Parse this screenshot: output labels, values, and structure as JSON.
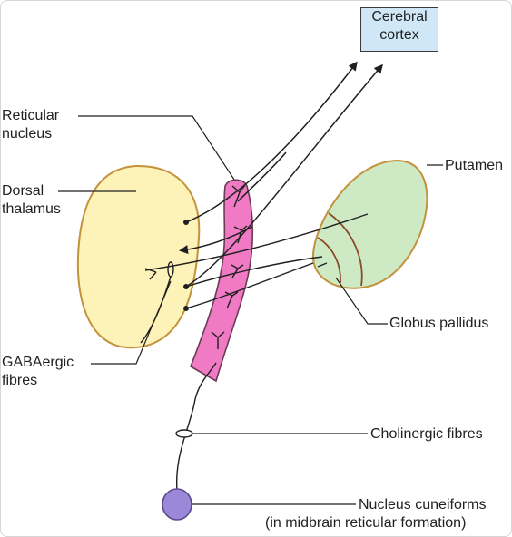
{
  "labels": {
    "cerebral_cortex_line1": "Cerebral",
    "cerebral_cortex_line2": "cortex",
    "reticular_nucleus_line1": "Reticular",
    "reticular_nucleus_line2": "nucleus",
    "dorsal_thalamus_line1": "Dorsal",
    "dorsal_thalamus_line2": "thalamus",
    "putamen": "Putamen",
    "globus_pallidus": "Globus pallidus",
    "gabaergic_line1": "GABAergic",
    "gabaergic_line2": "fibres",
    "cholinergic_fibres": "Cholinergic fibres",
    "nucleus_cuneiformis_line1": "Nucleus cuneiforms",
    "nucleus_cuneiformis_line2": "(in midbrain reticular formation)"
  },
  "colors": {
    "thalamus_fill": "#fdf3b8",
    "thalamus_stroke": "#c4923c",
    "reticular_fill": "#f07ac4",
    "reticular_stroke": "#6a3b55",
    "putamen_fill": "#cdeac4",
    "putamen_stroke": "#c4923c",
    "cuneiform_fill": "#9b88d9",
    "cortex_box_fill": "#cfe7f6",
    "line": "#1f1f1f"
  }
}
